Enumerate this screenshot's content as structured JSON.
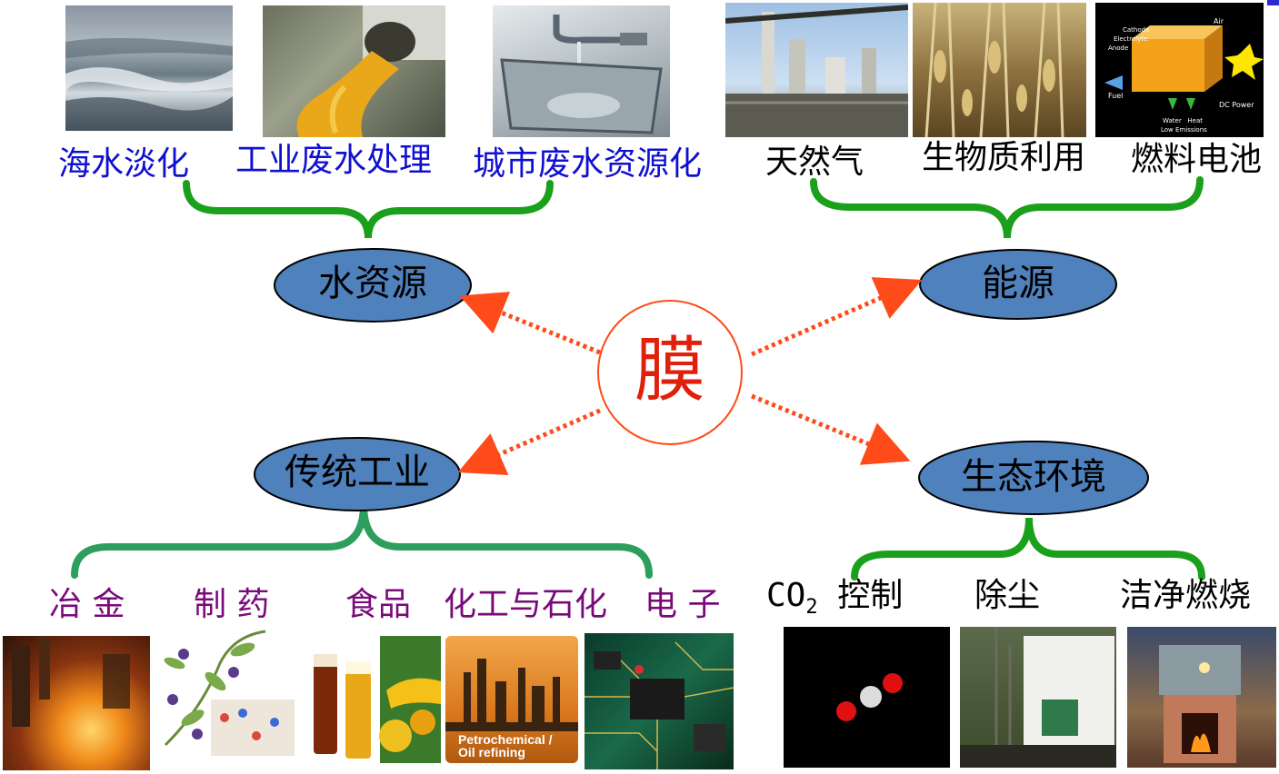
{
  "center": {
    "label": "膜"
  },
  "categories": {
    "water": {
      "label": "水资源"
    },
    "energy": {
      "label": "能源"
    },
    "industry": {
      "label": "传统工业"
    },
    "ecology": {
      "label": "生态环境"
    }
  },
  "water_items": [
    "海水淡化",
    "工业废水处理",
    "城市废水资源化"
  ],
  "energy_items": [
    "天然气",
    "生物质利用",
    "燃料电池"
  ],
  "industry_items": [
    "冶 金",
    "制 药",
    "食品",
    "化工与石化",
    "电 子"
  ],
  "ecology_items": {
    "co2_main": "CO",
    "co2_sub": "2",
    "co2_suffix": "控制",
    "dust": "除尘",
    "clean": "洁净燃烧"
  },
  "fuel_cell_image": {
    "air": "Air",
    "cathode": "Cathode",
    "electrolyte": "Electrolyte",
    "anode": "Anode",
    "fuel": "Fuel",
    "dc_power": "DC Power",
    "water_heat": "Water   Heat",
    "low_emissions": "Low Emissions"
  },
  "petro_image": {
    "line1": "Petrochemical /",
    "line2": "Oil refining"
  },
  "colors": {
    "oval_fill": "#4f81bd",
    "brace_green": "#1aa01a",
    "brace_teal": "#2e9e5e",
    "arrow": "#ff4a1a",
    "center_text": "#e0200a"
  }
}
